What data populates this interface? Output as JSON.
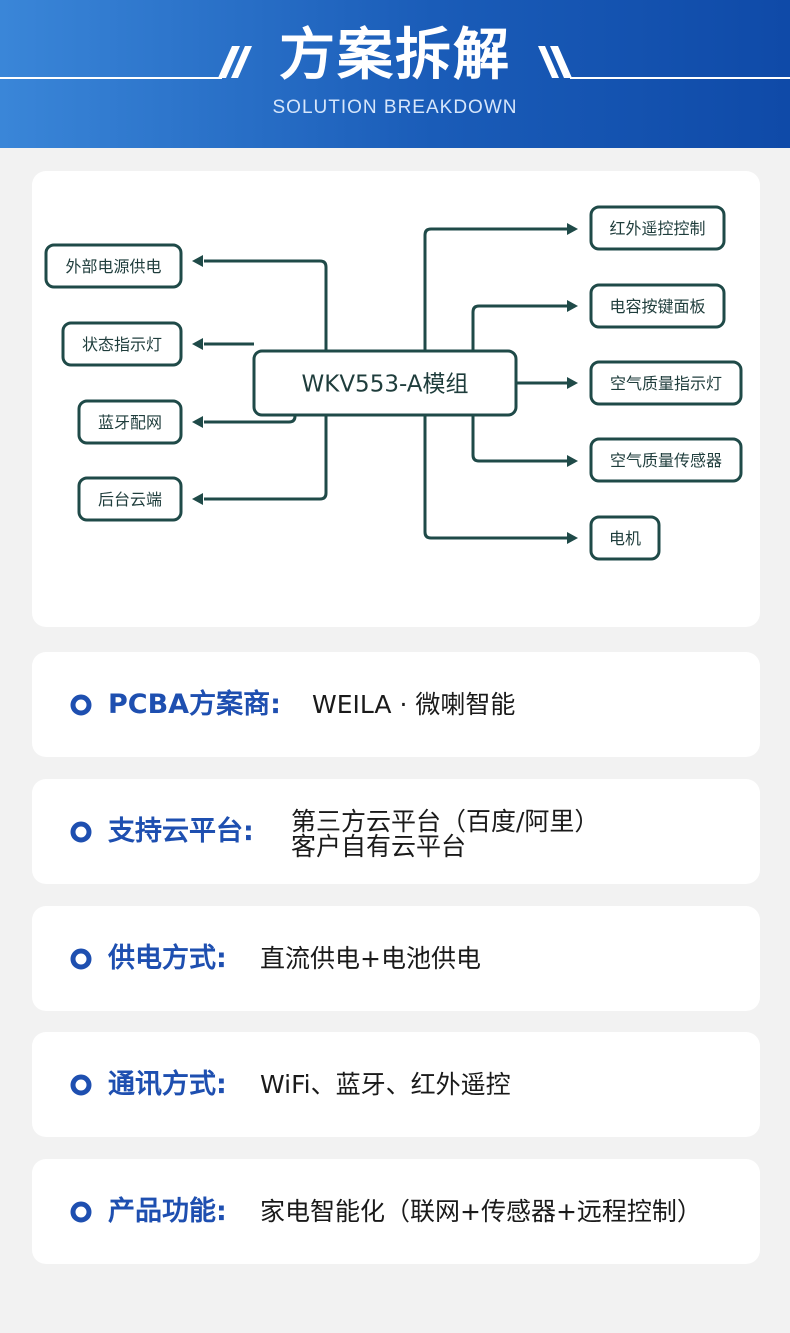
{
  "header": {
    "title": "方案拆解",
    "subtitle": "SOLUTION  BREAKDOWN"
  },
  "diagram": {
    "center": "WKV553-A模组",
    "left_nodes": [
      "外部电源供电",
      "状态指示灯",
      "蓝牙配网",
      "后台云端"
    ],
    "right_nodes": [
      "红外遥控控制",
      "电容按键面板",
      "空气质量指示灯",
      "空气质量传感器",
      "电机"
    ]
  },
  "info": [
    {
      "label": "PCBA方案商:",
      "value": "WEILA · 微喇智能"
    },
    {
      "label": "支持云平台:",
      "value": "第三方云平台（百度/阿里）",
      "value2": "客户自有云平台"
    },
    {
      "label": "供电方式:",
      "value": "直流供电+电池供电"
    },
    {
      "label": "通讯方式:",
      "value": "WiFi、蓝牙、红外遥控"
    },
    {
      "label": "产品功能:",
      "value": "家电智能化（联网+传感器+远程控制）"
    }
  ],
  "colors": {
    "header_start": "#3a86d8",
    "header_end": "#0f4aa8",
    "node_border": "#1f4a48",
    "label_blue": "#1e4fb0"
  }
}
